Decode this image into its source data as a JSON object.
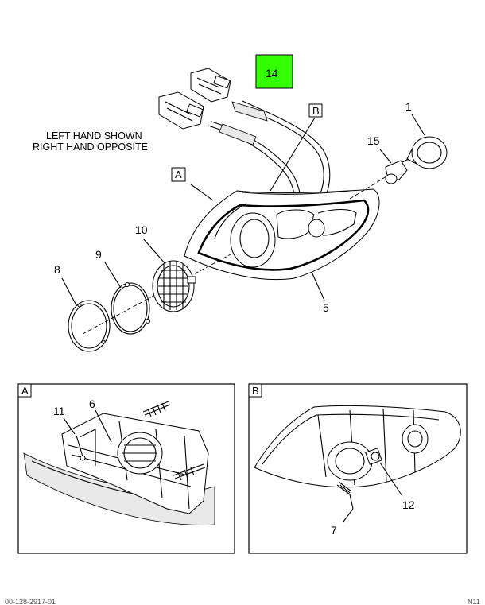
{
  "note": {
    "line1": "LEFT HAND SHOWN",
    "line2": "RIGHT HAND OPPOSITE"
  },
  "highlight_color": "#33ff00",
  "callouts": {
    "c1": "1",
    "c5": "5",
    "c6": "6",
    "c7": "7",
    "c8": "8",
    "c9": "9",
    "c10": "10",
    "c11": "11",
    "c12": "12",
    "c14": "14",
    "c15": "15"
  },
  "view_labels": {
    "a": "A",
    "b": "B"
  },
  "footer": {
    "left": "00-128-2917-01",
    "right": "N11"
  }
}
